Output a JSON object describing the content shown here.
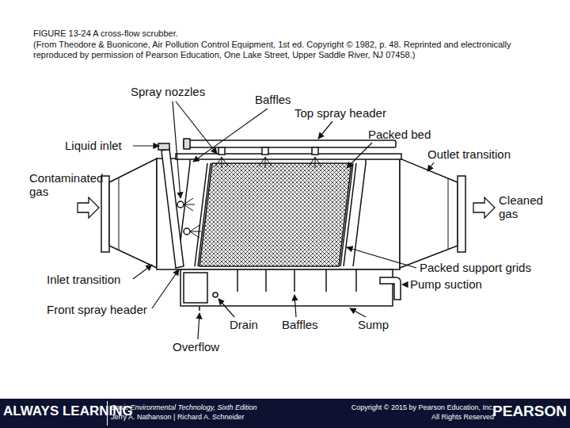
{
  "diagram": {
    "title": "FIGURE 13-24 A cross-flow scrubber.",
    "caption": "(From Theodore & Buonicone, Air Pollution Control Equipment, 1st ed. Copyright © 1982, p. 48. Reprinted and electronically reproduced by permission of Pearson Education, One Lake Street, Upper Saddle River, NJ 07458.)",
    "labels": [
      "Spray nozzles",
      "Baffles",
      "Top spray header",
      "Packed bed",
      "Liquid inlet",
      "Outlet transition",
      "Contaminated gas",
      "Cleaned gas",
      "Packed support grids",
      "Inlet transition",
      "Pump suction",
      "Front spray header",
      "Drain",
      "Baffles",
      "Sump",
      "Overflow",
      "ALWAYS LEARNING",
      "Basic Environmental Technology, Sixth Edition",
      "Jerry A. Nathanson | Richard A. Schneider",
      "Copyright © 2015 by Pearson Education, Inc.",
      "All Rights Reserved",
      "PEARSON"
    ]
  }
}
